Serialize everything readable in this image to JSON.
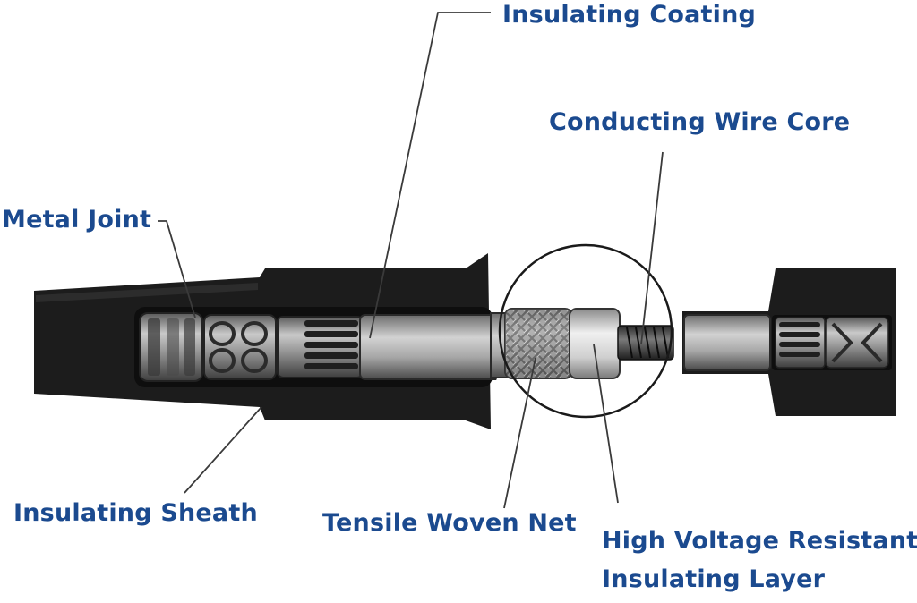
{
  "labels": {
    "insulating_coating": "Insulating Coating",
    "conducting_wire_core": "Conducting Wire Core",
    "metal_joint": "Metal Joint",
    "insulating_sheath": "Insulating Sheath",
    "tensile_woven_net": "Tensile Woven Net",
    "high_voltage_line1": "High Voltage Resistant",
    "high_voltage_line2": "Insulating Layer"
  },
  "colors": {
    "label_text": "#1b4a8f",
    "sheath": "#1c1c1c",
    "leader_line": "#3a3a3a"
  }
}
